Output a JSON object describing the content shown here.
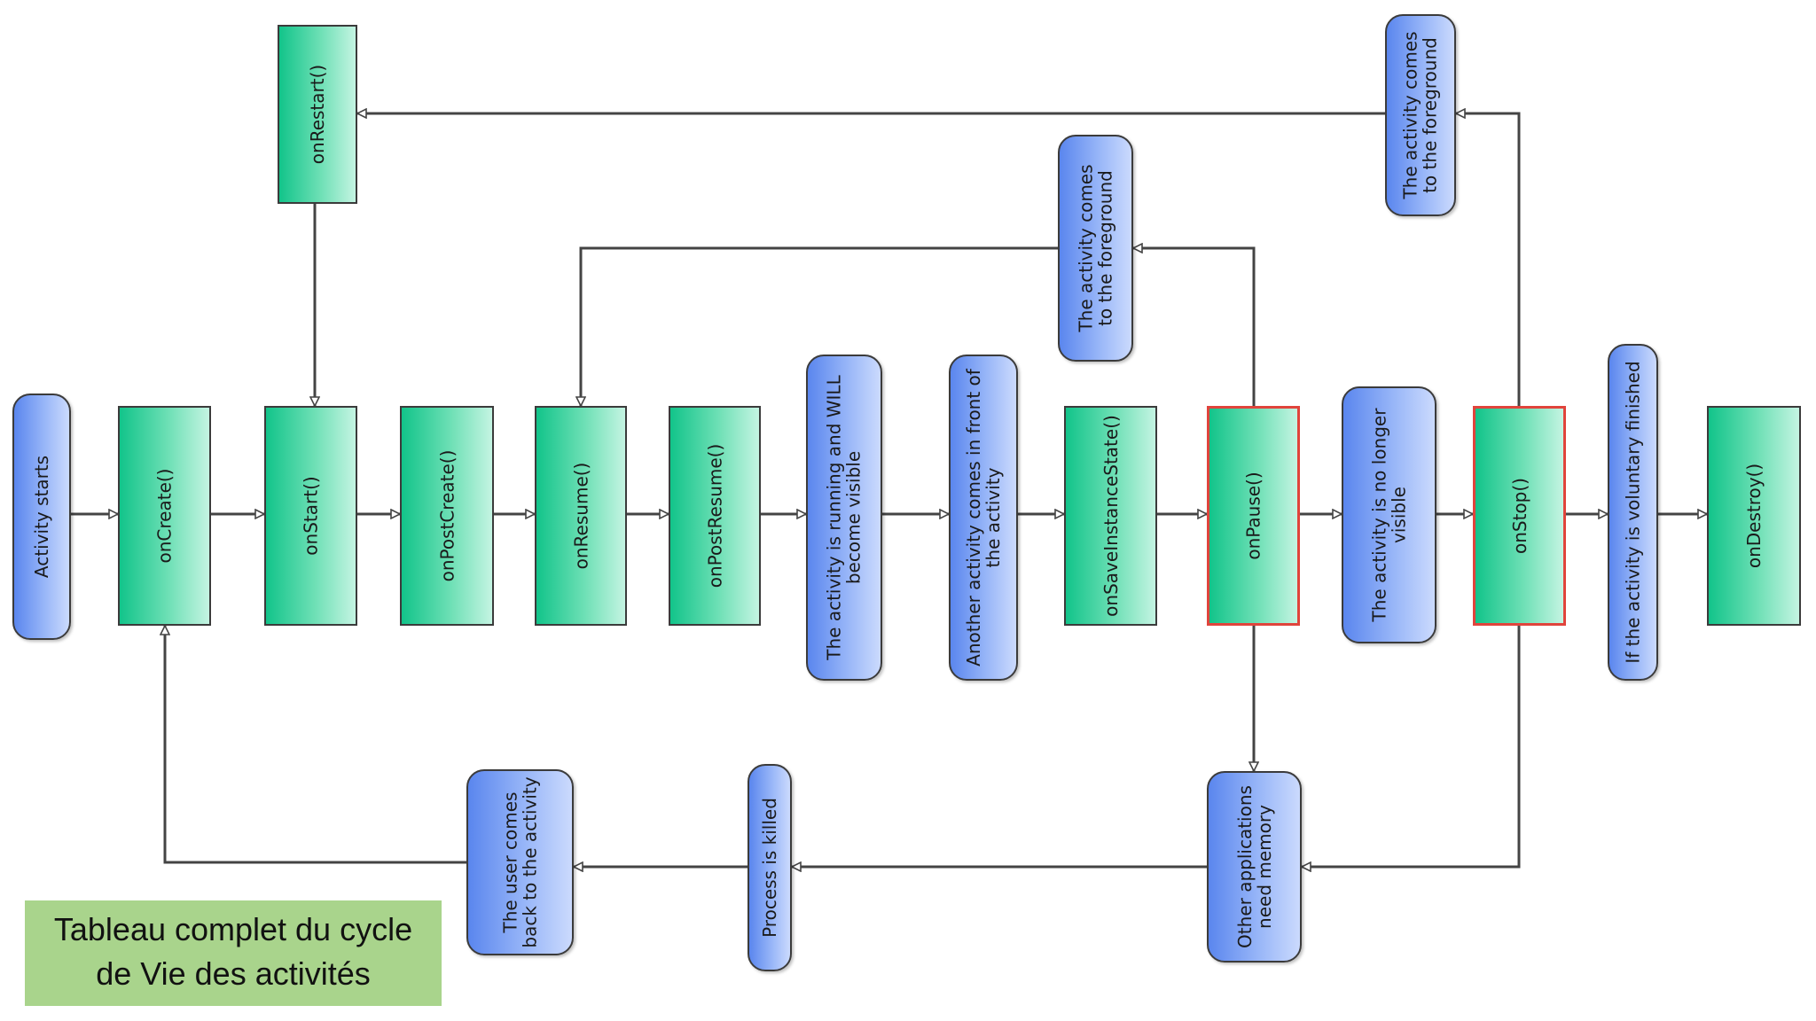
{
  "nodes": {
    "activity_starts": "Activity starts",
    "on_create": "onCreate()",
    "on_start": "onStart()",
    "on_post_create": "onPostCreate()",
    "on_resume": "onResume()",
    "on_post_resume": "onPostResume()",
    "running_visible": "The activity is running and WILL\nbecome visible",
    "another_activity": "Another activity comes in front of\nthe activity",
    "on_save_instance_state": "onSaveInstanceState()",
    "on_pause": "onPause()",
    "no_longer_visible": "The activity is no longer\nvisible",
    "on_stop": "onStop()",
    "voluntary_finished": "If the activity is voluntary finished",
    "on_destroy": "onDestroy()",
    "on_restart": "onRestart()",
    "foreground_1": "The activity comes\nto the foreground",
    "foreground_2": "The activity comes\nto the foreground",
    "other_apps_memory": "Other applications\nneed memory",
    "process_killed": "Process is killed",
    "user_comes_back": "The user comes\nback to the activity"
  },
  "caption": {
    "line1": "Tableau complet du cycle",
    "line2": "de Vie des activités"
  },
  "colors": {
    "method_fill": "#12c48a",
    "event_fill": "#5a86ee",
    "highlight_border": "#e0443c",
    "caption_bg": "#a9d48c",
    "line": "#444444"
  }
}
